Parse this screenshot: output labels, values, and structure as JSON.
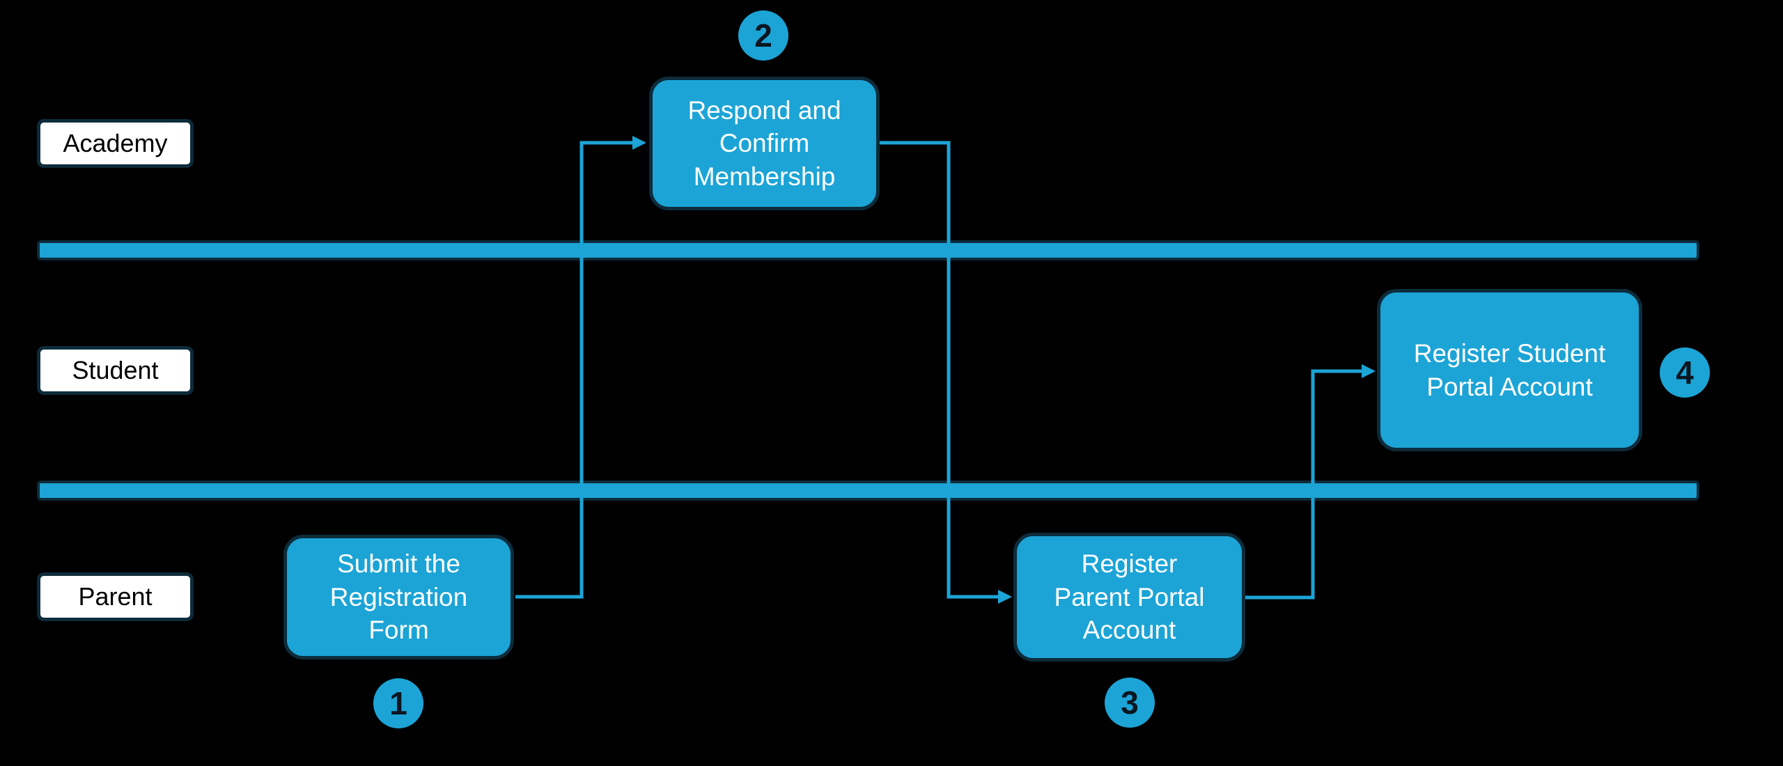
{
  "diagram": {
    "type": "swimlane-flowchart",
    "colors": {
      "background": "#000000",
      "accent_blue": "#1CA4D6",
      "dark_border": "#0D2C3B",
      "box_text": "#FFFFFF",
      "lane_label_bg": "#FFFFFF",
      "lane_label_text": "#000000",
      "badge_number_text": "#0B1620"
    },
    "lanes": [
      {
        "label": "Academy"
      },
      {
        "label": "Student"
      },
      {
        "label": "Parent"
      }
    ],
    "steps": [
      {
        "number": "1",
        "label": "Submit the\nRegistration\nForm",
        "lane": "Parent"
      },
      {
        "number": "2",
        "label": "Respond and\nConfirm\nMembership",
        "lane": "Academy"
      },
      {
        "number": "3",
        "label": "Register\nParent Portal\nAccount",
        "lane": "Parent"
      },
      {
        "number": "4",
        "label": "Register Student\nPortal Account",
        "lane": "Student"
      }
    ],
    "connectors": [
      {
        "from": "1",
        "to": "2"
      },
      {
        "from": "2",
        "to": "3"
      },
      {
        "from": "3",
        "to": "4"
      }
    ]
  }
}
